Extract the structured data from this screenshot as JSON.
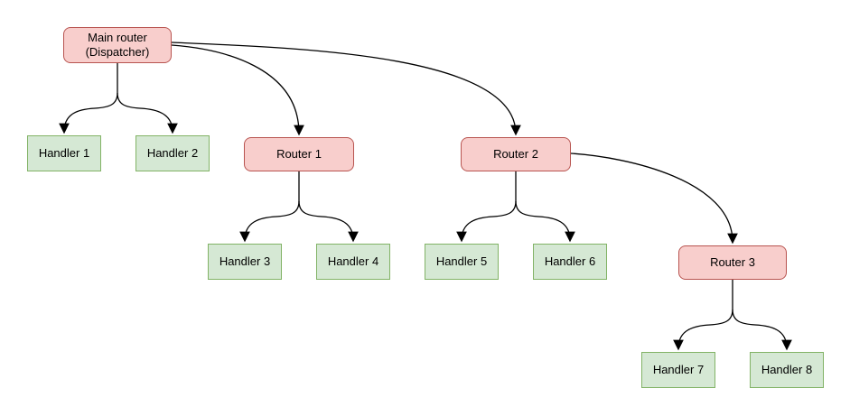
{
  "diagram": {
    "type": "tree",
    "background": "#ffffff",
    "edge_color": "#000000",
    "node_styles": {
      "router": {
        "fill": "#f8cecc",
        "border": "#b85450",
        "shape": "rounded-rectangle"
      },
      "handler": {
        "fill": "#d5e8d4",
        "border": "#82b366",
        "shape": "rectangle"
      }
    },
    "nodes": [
      {
        "id": "main-router",
        "type": "router",
        "label": "Main router\n(Dispatcher)"
      },
      {
        "id": "handler-1",
        "type": "handler",
        "label": "Handler 1"
      },
      {
        "id": "handler-2",
        "type": "handler",
        "label": "Handler 2"
      },
      {
        "id": "router-1",
        "type": "router",
        "label": "Router 1"
      },
      {
        "id": "router-2",
        "type": "router",
        "label": "Router 2"
      },
      {
        "id": "handler-3",
        "type": "handler",
        "label": "Handler 3"
      },
      {
        "id": "handler-4",
        "type": "handler",
        "label": "Handler 4"
      },
      {
        "id": "handler-5",
        "type": "handler",
        "label": "Handler 5"
      },
      {
        "id": "handler-6",
        "type": "handler",
        "label": "Handler 6"
      },
      {
        "id": "router-3",
        "type": "router",
        "label": "Router 3"
      },
      {
        "id": "handler-7",
        "type": "handler",
        "label": "Handler 7"
      },
      {
        "id": "handler-8",
        "type": "handler",
        "label": "Handler 8"
      }
    ],
    "edges": [
      {
        "from": "main-router",
        "to": "handler-1"
      },
      {
        "from": "main-router",
        "to": "handler-2"
      },
      {
        "from": "main-router",
        "to": "router-1"
      },
      {
        "from": "main-router",
        "to": "router-2"
      },
      {
        "from": "router-1",
        "to": "handler-3"
      },
      {
        "from": "router-1",
        "to": "handler-4"
      },
      {
        "from": "router-2",
        "to": "handler-5"
      },
      {
        "from": "router-2",
        "to": "handler-6"
      },
      {
        "from": "router-2",
        "to": "router-3"
      },
      {
        "from": "router-3",
        "to": "handler-7"
      },
      {
        "from": "router-3",
        "to": "handler-8"
      }
    ]
  }
}
